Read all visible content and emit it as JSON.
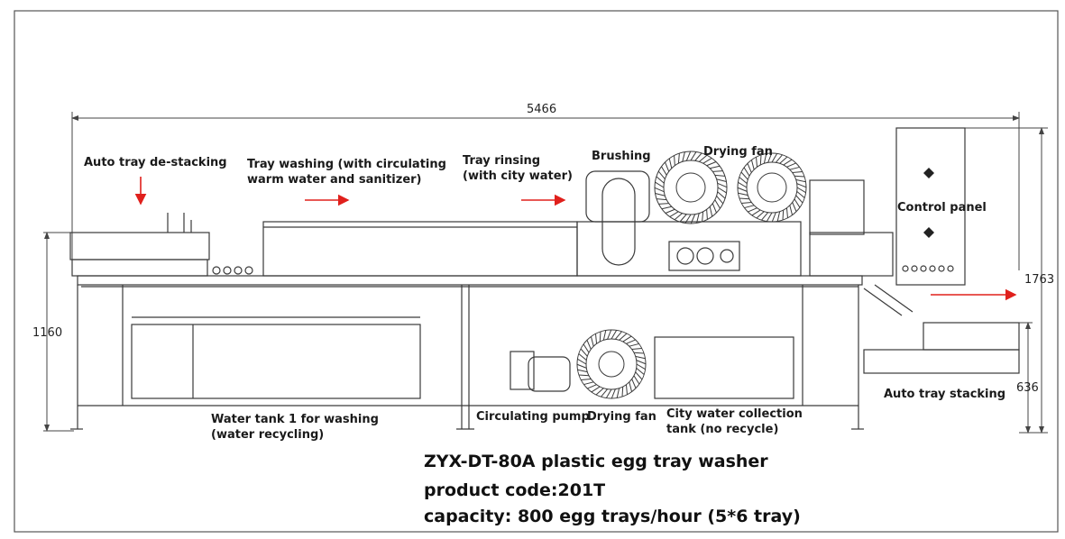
{
  "dimensions": {
    "overall_length": "5466",
    "overall_height": "1763",
    "table_height": "1160",
    "stacking_height": "636"
  },
  "labels": {
    "destacking": "Auto tray de-stacking",
    "washing_line1": "Tray washing (with circulating",
    "washing_line2": "warm water and sanitizer)",
    "rinsing_line1": "Tray rinsing",
    "rinsing_line2": "(with city water)",
    "brushing": "Brushing",
    "drying_fan_top": "Drying fan",
    "control_panel": "Control panel",
    "auto_stacking": "Auto tray stacking",
    "water_tank_line1": "Water tank 1 for washing",
    "water_tank_line2": "(water recycling)",
    "circulating_pump": "Circulating pump",
    "drying_fan_bottom": "Drying fan",
    "city_water_line1": "City water collection",
    "city_water_line2": "tank (no recycle)"
  },
  "title": {
    "model": "ZYX-DT-80A plastic egg tray washer",
    "product_code": "product code:201T",
    "capacity": "capacity: 800 egg trays/hour (5*6 tray)"
  },
  "colors": {
    "line": "#3a3a3a",
    "arrow": "#e0201c"
  }
}
